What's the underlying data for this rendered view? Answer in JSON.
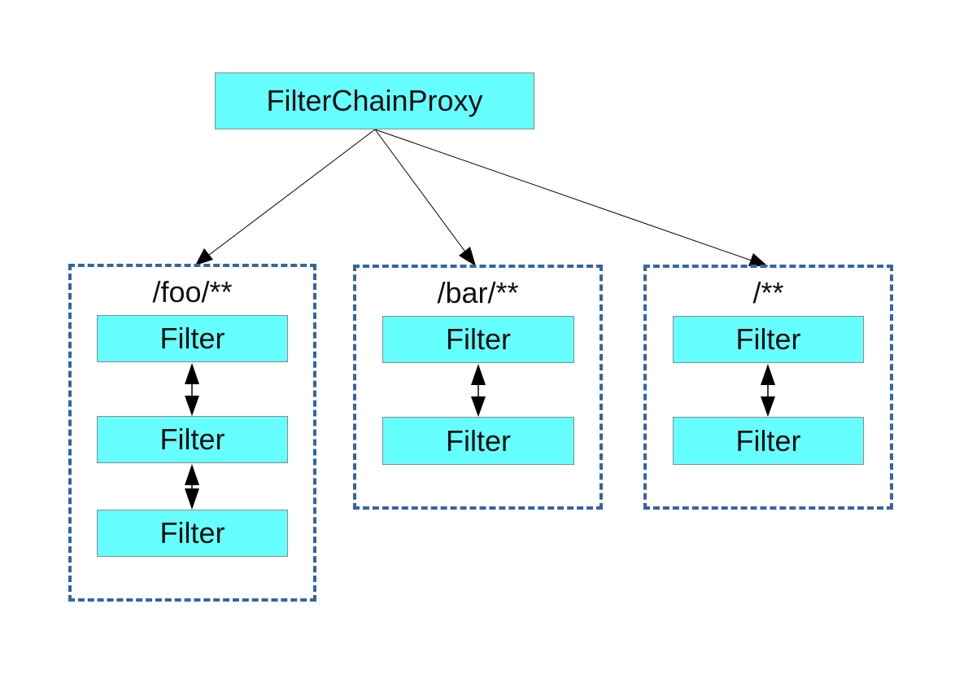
{
  "diagram": {
    "root": {
      "label": "FilterChainProxy"
    },
    "chains": [
      {
        "pattern": "/foo/**",
        "filters": [
          "Filter",
          "Filter",
          "Filter"
        ]
      },
      {
        "pattern": "/bar/**",
        "filters": [
          "Filter",
          "Filter"
        ]
      },
      {
        "pattern": "/**",
        "filters": [
          "Filter",
          "Filter"
        ]
      }
    ]
  },
  "colors": {
    "box_fill": "#66ffff",
    "group_border": "#3465a4",
    "line": "#000000"
  }
}
